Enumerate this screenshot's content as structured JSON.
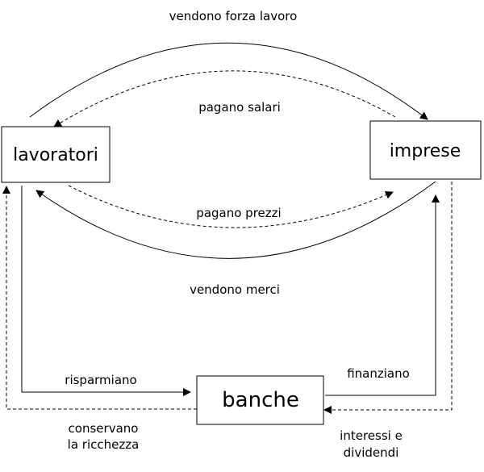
{
  "nodes": {
    "lavoratori": "lavoratori",
    "imprese": "imprese",
    "banche": "banche"
  },
  "edges": {
    "vendono_forza_lavoro": "vendono forza lavoro",
    "pagano_salari": "pagano salari",
    "pagano_prezzi": "pagano prezzi",
    "vendono_merci": "vendono merci",
    "risparmiano": "risparmiano",
    "finanziano": "finanziano",
    "conservano_line1": "conservano",
    "conservano_line2": "la ricchezza",
    "interessi_line1": "interessi e",
    "interessi_line2": "dividendi"
  },
  "colors": {
    "line": "#000000",
    "background": "#ffffff"
  }
}
